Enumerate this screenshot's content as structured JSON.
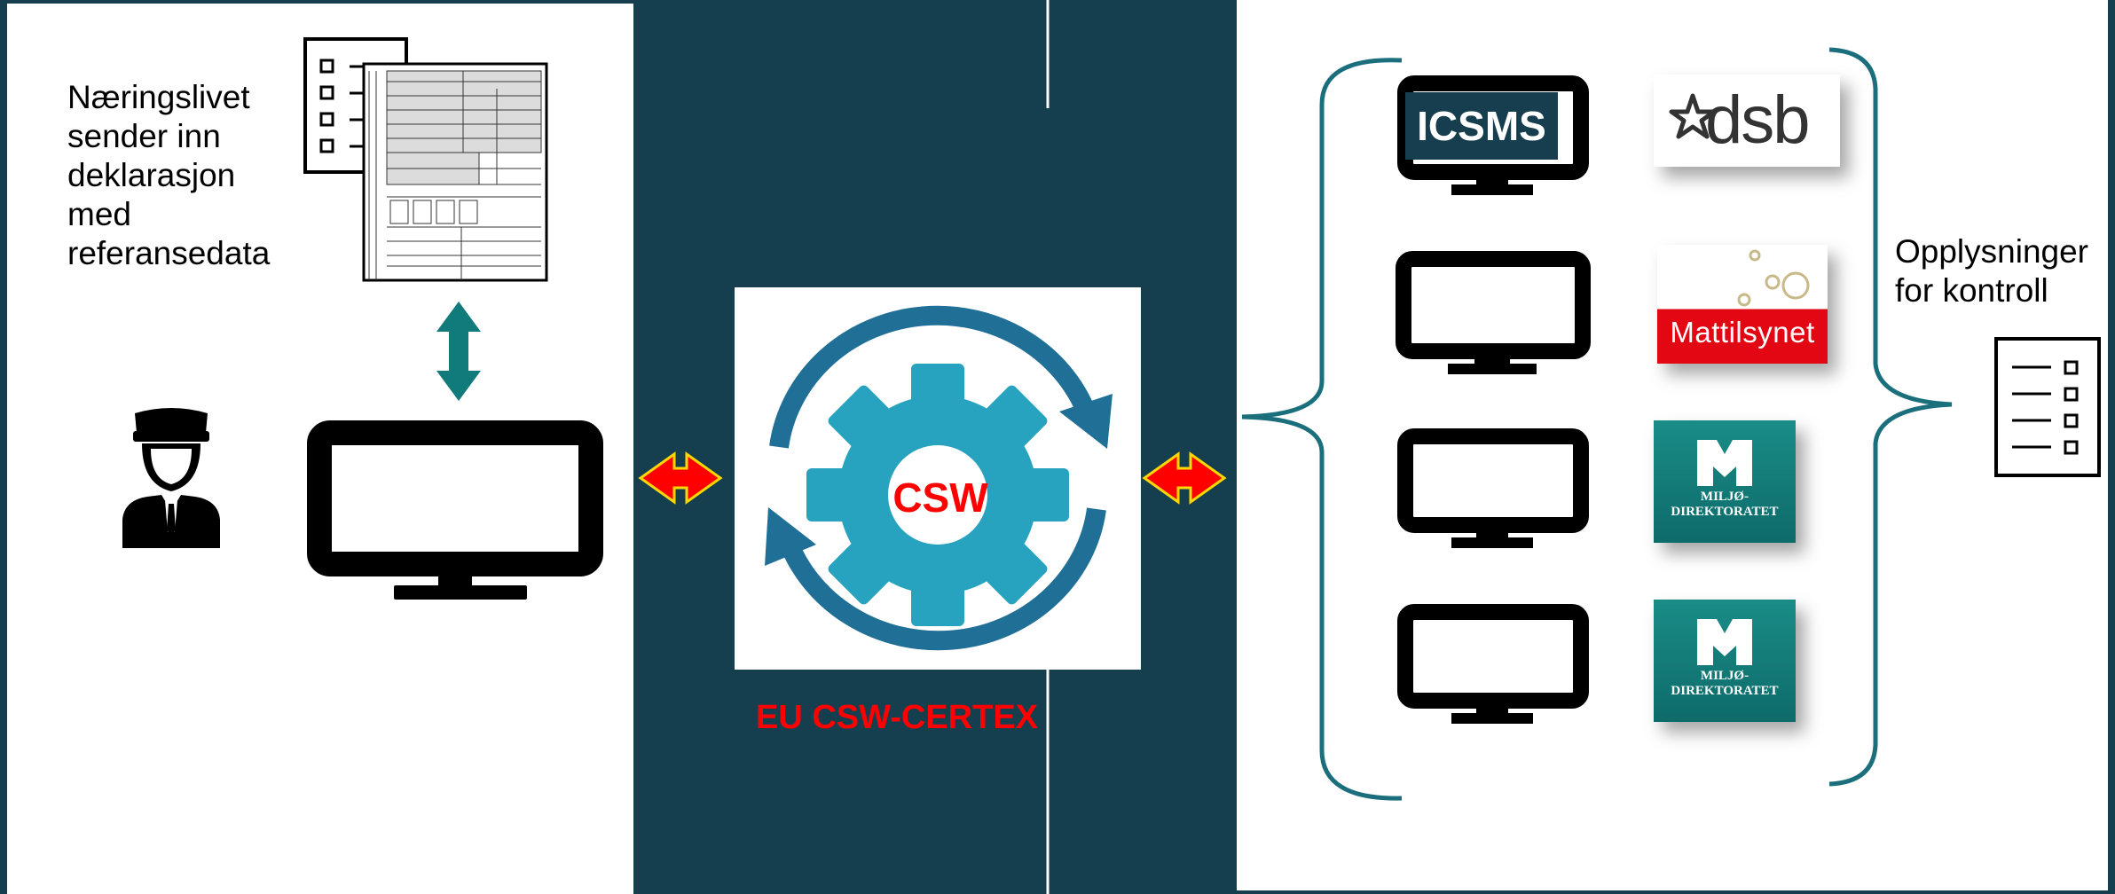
{
  "left_panel": {
    "description_lines": [
      "Næringslivet",
      "sender inn",
      "deklarasjon",
      "med",
      "referansedata"
    ]
  },
  "center": {
    "csw_label": "CSW",
    "certex_label": "EU CSW-CERTEX"
  },
  "right_panel": {
    "systems": {
      "icsms_label": "ICSMS",
      "dsb_label": "dsb",
      "mattilsynet_label": "Mattilsynet",
      "miljo_1": [
        "MILJØ-",
        "DIREKTORATET"
      ],
      "miljo_2": [
        "MILJØ-",
        "DIREKTORATET"
      ]
    },
    "result_lines": [
      "Opplysninger",
      "for kontroll"
    ]
  },
  "colors": {
    "dark_panel": "#153f4f",
    "arrow_fill": "#ff0000",
    "arrow_outline": "#ffd700",
    "vertical_arrow": "#117a7a",
    "brace": "#1b6f7c",
    "gear": "#27a3c0",
    "cycle_arrows": "#1f6f97",
    "csw_text": "#ff0000"
  },
  "icons": [
    "officer-icon",
    "declaration-form-icon",
    "checklist-icon",
    "monitor-icon",
    "gear-icon",
    "double-arrow-icon",
    "brace"
  ]
}
